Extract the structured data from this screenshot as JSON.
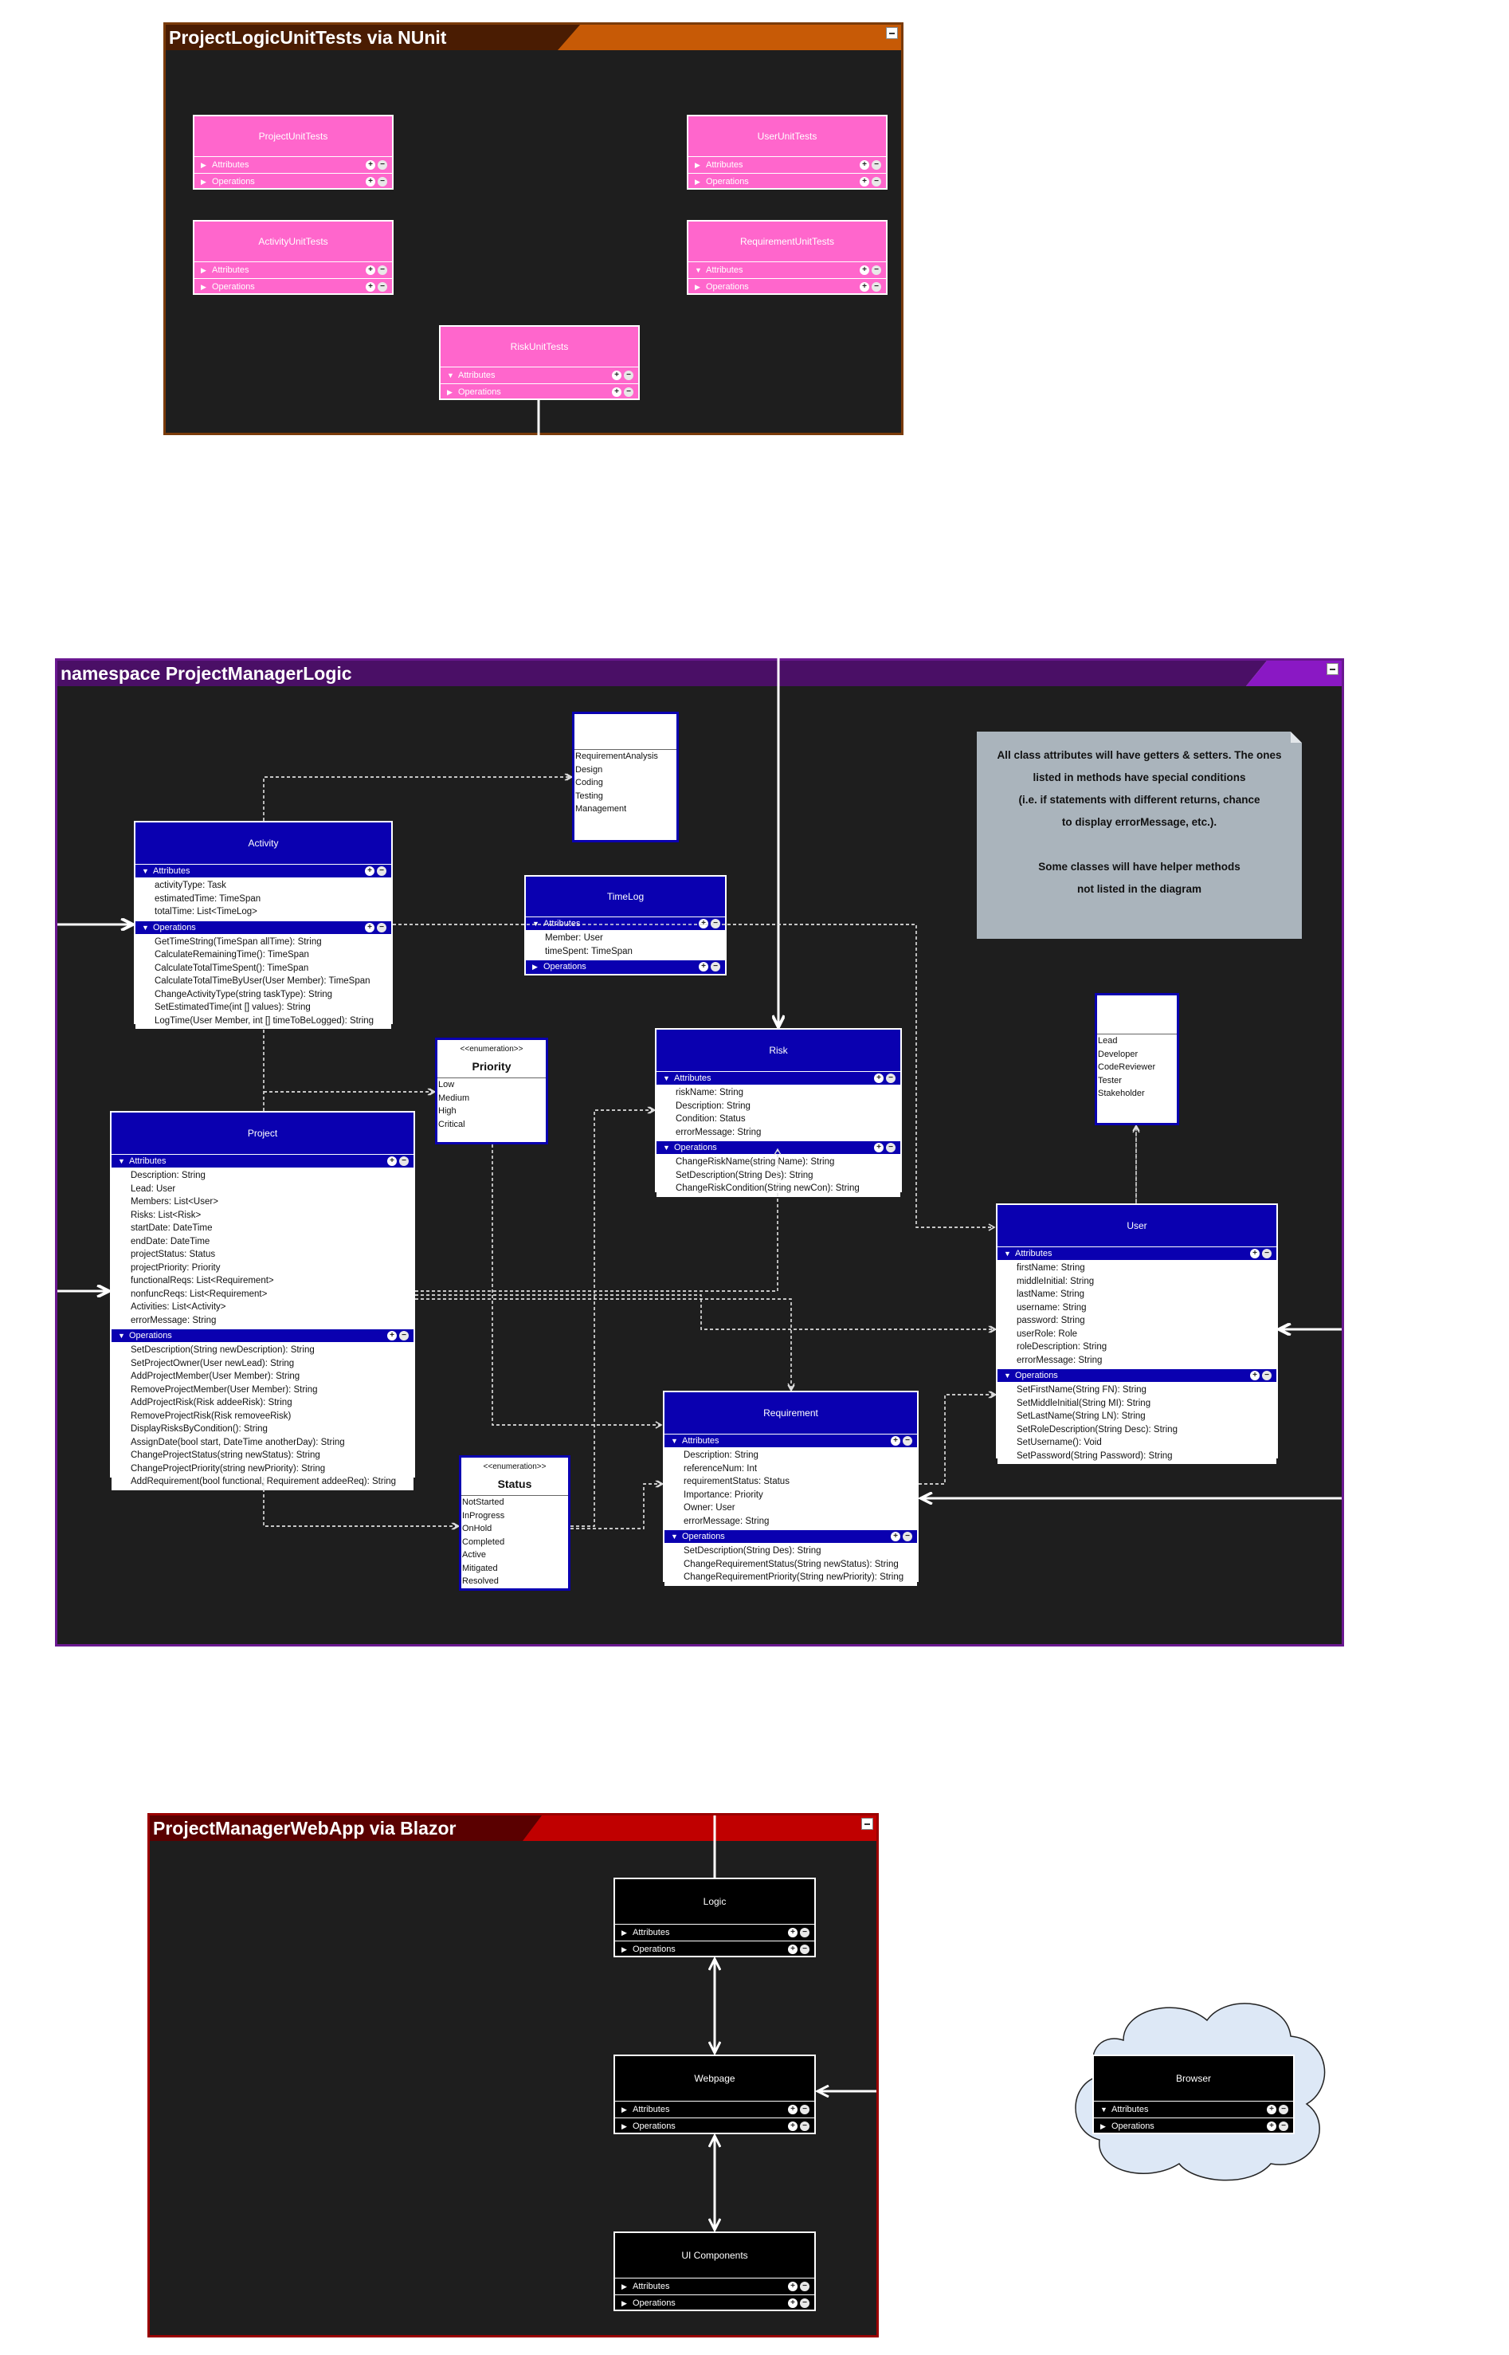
{
  "tests_package": {
    "title": "ProjectLogicUnitTests via NUnit",
    "classes": [
      {
        "name": "ProjectUnitTests",
        "attributes_label": "Attributes",
        "operations_label": "Operations"
      },
      {
        "name": "UserUnitTests",
        "attributes_label": "Attributes",
        "operations_label": "Operations"
      },
      {
        "name": "ActivityUnitTests",
        "attributes_label": "Attributes",
        "operations_label": "Operations"
      },
      {
        "name": "RequirementUnitTests",
        "attributes_label": "Attributes",
        "operations_label": "Operations"
      },
      {
        "name": "RiskUnitTests",
        "attributes_label": "Attributes",
        "operations_label": "Operations"
      }
    ]
  },
  "logic_package": {
    "title": "namespace ProjectManagerLogic",
    "note": {
      "lines": [
        "All class attributes will have getters & setters. The ones",
        "listed in methods have special conditions",
        "(i.e. if statements with different returns, chance",
        "to display errorMessage, etc.).",
        "",
        "Some classes will have helper methods",
        "not listed in the diagram"
      ]
    },
    "activity_type_enum": {
      "literals": [
        "RequirementAnalysis",
        "Design",
        "Coding",
        "Testing",
        "Management"
      ]
    },
    "role_enum": {
      "literals": [
        "Lead",
        "Developer",
        "CodeReviewer",
        "Tester",
        "Stakeholder"
      ]
    },
    "priority_enum": {
      "stereotype": "<<enumeration>>",
      "name": "Priority",
      "literals": [
        "Low",
        "Medium",
        "High",
        "Critical"
      ]
    },
    "status_enum": {
      "stereotype": "<<enumeration>>",
      "name": "Status",
      "literals": [
        "NotStarted",
        "InProgress",
        "OnHold",
        "Completed",
        "Active",
        "Mitigated",
        "Resolved"
      ]
    },
    "activity": {
      "name": "Activity",
      "attributes_label": "Attributes",
      "operations_label": "Operations",
      "attributes": [
        "activityType: Task",
        "estimatedTime: TimeSpan",
        "totalTime: List<TimeLog>"
      ],
      "operations": [
        "GetTimeString(TimeSpan allTime): String",
        "CalculateRemainingTime(): TimeSpan",
        "CalculateTotalTimeSpent(): TimeSpan",
        "CalculateTotalTimeByUser(User Member): TimeSpan",
        "ChangeActivityType(string taskType): String",
        "SetEstimatedTime(int [] values): String",
        "LogTime(User Member, int [] timeToBeLogged): String"
      ]
    },
    "timelog": {
      "name": "TimeLog",
      "attributes_label": "Attributes",
      "operations_label": "Operations",
      "attributes": [
        "Member: User",
        "timeSpent: TimeSpan"
      ]
    },
    "risk": {
      "name": "Risk",
      "attributes_label": "Attributes",
      "operations_label": "Operations",
      "attributes": [
        "riskName: String",
        "Description: String",
        "Condition: Status",
        "errorMessage: String"
      ],
      "operations": [
        "ChangeRiskName(string Name): String",
        "SetDescription(String Des): String",
        "ChangeRiskCondition(String newCon): String"
      ]
    },
    "project": {
      "name": "Project",
      "attributes_label": "Attributes",
      "operations_label": "Operations",
      "attributes": [
        "Description: String",
        "Lead: User",
        "Members: List<User>",
        "Risks: List<Risk>",
        "startDate: DateTime",
        "endDate: DateTime",
        "projectStatus: Status",
        "projectPriority: Priority",
        "functionalReqs: List<Requirement>",
        "nonfuncReqs: List<Requirement>",
        "Activities: List<Activity>",
        "errorMessage: String"
      ],
      "operations": [
        "SetDescription(String newDescription): String",
        "SetProjectOwner(User newLead): String",
        "AddProjectMember(User Member): String",
        "RemoveProjectMember(User Member): String",
        "AddProjectRisk(Risk addeeRisk): String",
        "RemoveProjectRisk(Risk removeeRisk)",
        "DisplayRisksByCondition(): String",
        "AssignDate(bool start, DateTime anotherDay): String",
        "ChangeProjectStatus(string newStatus): String",
        "ChangeProjectPriority(string newPriority): String",
        "AddRequirement(bool functional, Requirement addeeReq): String"
      ]
    },
    "user": {
      "name": "User",
      "attributes_label": "Attributes",
      "operations_label": "Operations",
      "attributes": [
        "firstName: String",
        "middleInitial: String",
        "lastName: String",
        "username: String",
        "password: String",
        "userRole: Role",
        "roleDescription: String",
        "errorMessage: String"
      ],
      "operations": [
        "SetFirstName(String FN): String",
        "SetMiddleInitial(String MI): String",
        "SetLastName(String LN): String",
        "SetRoleDescription(String Desc): String",
        "SetUsername(): Void",
        "SetPassword(String Password): String"
      ]
    },
    "requirement": {
      "name": "Requirement",
      "attributes_label": "Attributes",
      "operations_label": "Operations",
      "attributes": [
        "Description: String",
        "referenceNum: Int",
        "requirementStatus: Status",
        "Importance: Priority",
        "Owner: User",
        "errorMessage: String"
      ],
      "operations": [
        "SetDescription(String Des): String",
        "ChangeRequirementStatus(String newStatus): String",
        "ChangeRequirementPriority(String newPriority): String"
      ]
    }
  },
  "webapp_package": {
    "title": "ProjectManagerWebApp via Blazor",
    "classes": [
      {
        "name": "Logic",
        "attributes_label": "Attributes",
        "operations_label": "Operations"
      },
      {
        "name": "Webpage",
        "attributes_label": "Attributes",
        "operations_label": "Operations"
      },
      {
        "name": "UI Components",
        "attributes_label": "Attributes",
        "operations_label": "Operations"
      }
    ]
  },
  "browser": {
    "name": "Browser",
    "attributes_label": "Attributes",
    "operations_label": "Operations"
  },
  "colors": {
    "tests_header": "#c75a06",
    "tests_class": "#ff66cc",
    "logic_header": "#8a18c4",
    "logic_class": "#0a00b0",
    "webapp_header": "#c00000",
    "webapp_class": "#000000",
    "cloud": "#dde8f6",
    "note": "#aab4bc"
  }
}
